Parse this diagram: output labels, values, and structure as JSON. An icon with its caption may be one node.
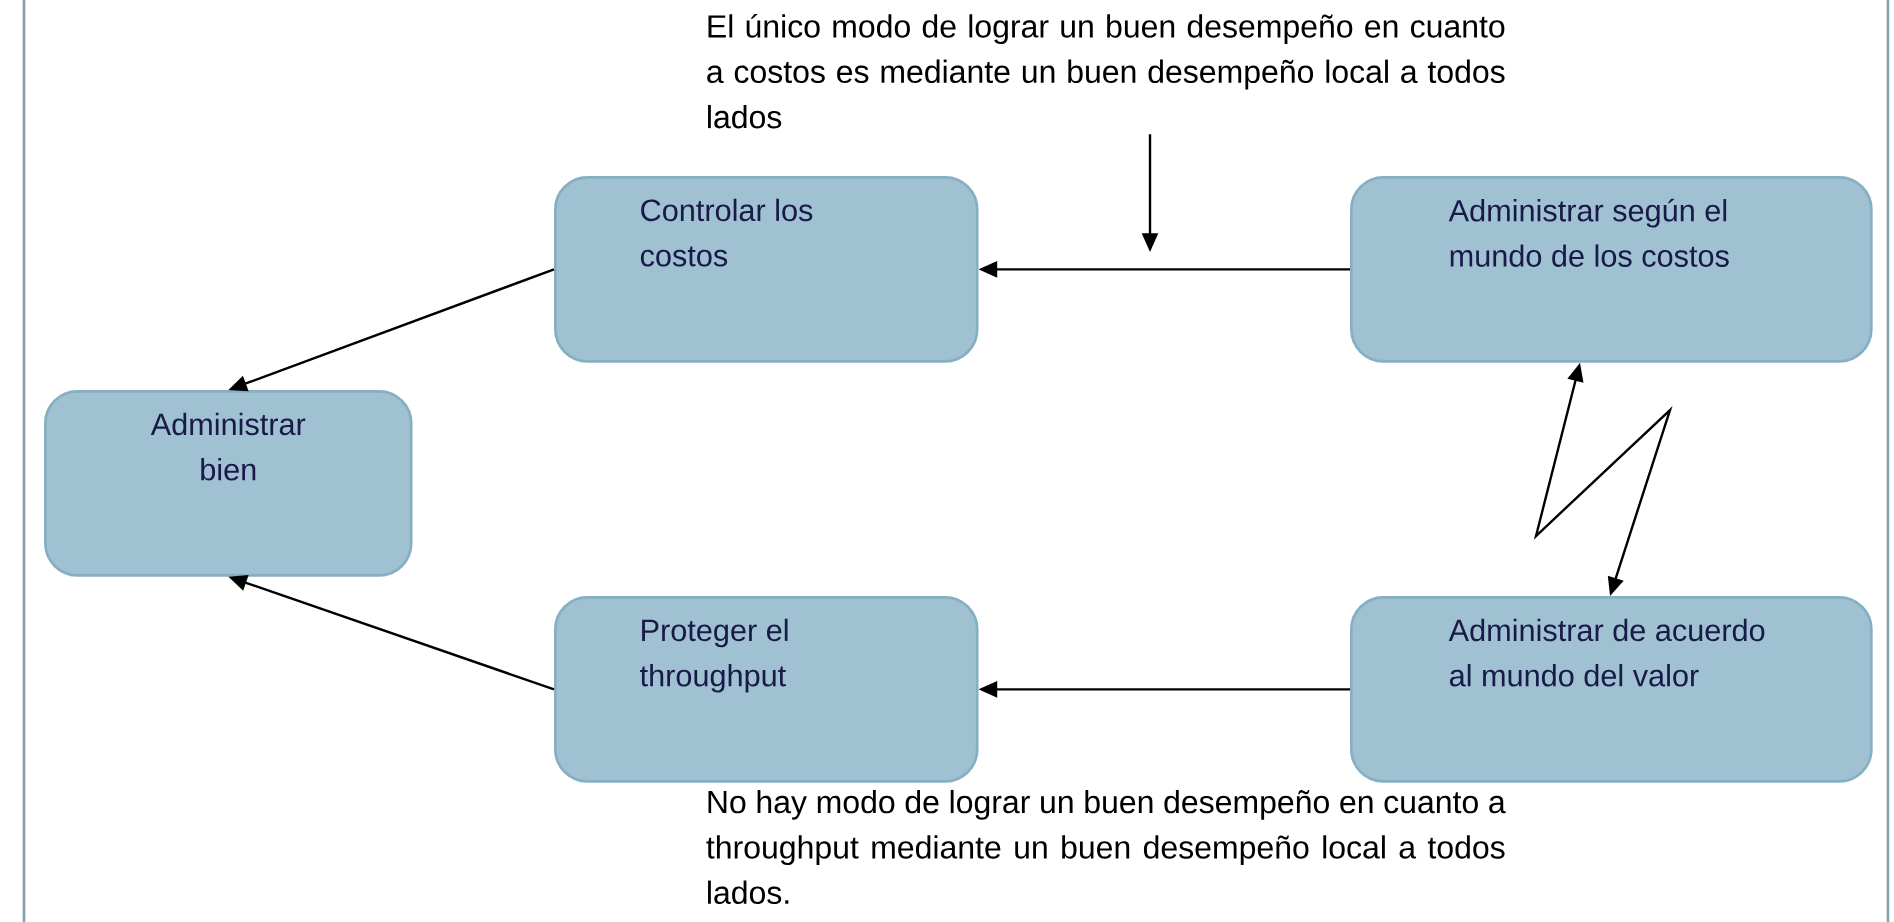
{
  "diagram": {
    "nodes": [
      {
        "text": [
          "Administrar bien"
        ]
      },
      {
        "text": [
          "Controlar los costos"
        ]
      },
      {
        "text": [
          "Administrar según el mundo de los costos"
        ]
      },
      {
        "text": [
          "Proteger el throughput"
        ]
      },
      {
        "text": [
          "Administrar de acuerdo al mundo del valor"
        ]
      },
      {
        "text": [
          "El único modo de lograr un buen desempeño en cuanto a costos es mediante un buen desempeño local a todos lados"
        ]
      }
    ],
    "edges": [
      {
        "from": 1,
        "to": 0,
        "arrow": "to"
      },
      {
        "from": 3,
        "to": 0,
        "arrow": "to"
      },
      {
        "from": 2,
        "to": 1,
        "arrow": "to"
      },
      {
        "from": 4,
        "to": 3,
        "arrow": "to"
      },
      {
        "from": 2,
        "to": 4,
        "arrow": "both"
      },
      {
        "from": 5,
        "to": null,
        "arrow": "to"
      }
    ],
    "labels": [
      "No hay modo de lograr un buen desempeño en cuanto a throughput mediante un buen desempeño local a todos lados."
    ]
  }
}
